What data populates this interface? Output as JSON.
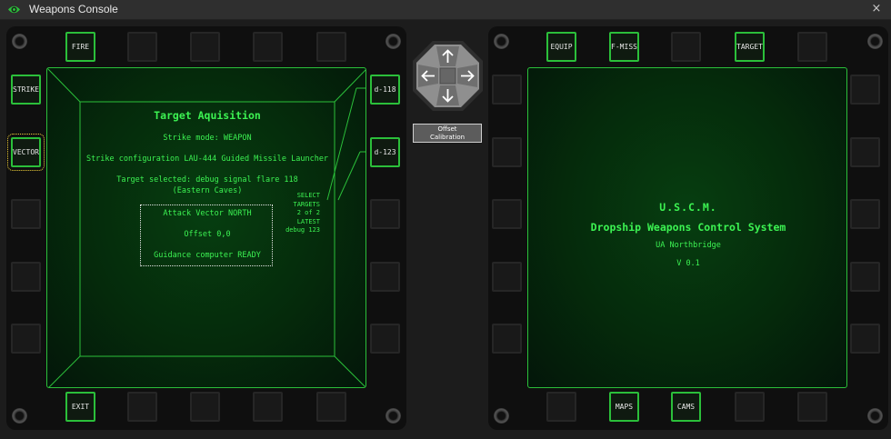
{
  "window": {
    "title": "Weapons Console",
    "close_glyph": "×",
    "app_icon": "eye-icon",
    "accent_color": "#35e04a"
  },
  "left_mfd": {
    "top_buttons": [
      "FIRE",
      "",
      "",
      "",
      ""
    ],
    "left_buttons": [
      "STRIKE",
      "VECTOR",
      "",
      "",
      ""
    ],
    "right_buttons": [
      "d-118",
      "d-123",
      "",
      "",
      ""
    ],
    "bottom_buttons": [
      "EXIT",
      "",
      "",
      "",
      ""
    ],
    "selected_button": "VECTOR",
    "screen": {
      "heading": "Target Aquisition",
      "strike_mode": "Strike mode: WEAPON",
      "strike_config": "Strike configuration LAU-444 Guided Missile Launcher",
      "target_selected": "Target selected: debug signal flare 118",
      "target_location": "(Eastern Caves)",
      "select_targets": [
        "SELECT",
        "TARGETS",
        "2 of 2",
        "LATEST",
        "debug 123"
      ],
      "attack_vector": "Attack Vector NORTH",
      "offset": "Offset 0,0",
      "guidance": "Guidance computer READY"
    }
  },
  "center": {
    "dpad_directions": [
      "up",
      "left",
      "right",
      "down"
    ],
    "offset_calibration": [
      "Offset",
      "Calibration"
    ]
  },
  "right_mfd": {
    "top_buttons": [
      "EQUIP",
      "F-MISS",
      "",
      "TARGET",
      ""
    ],
    "left_buttons": [
      "",
      "",
      "",
      "",
      ""
    ],
    "right_buttons": [
      "",
      "",
      "",
      "",
      ""
    ],
    "bottom_buttons": [
      "",
      "MAPS",
      "CAMS",
      "",
      ""
    ],
    "screen": {
      "title": "U.S.C.M.",
      "subtitle": "Dropship Weapons Control System",
      "ship": "UA Northbridge",
      "version": "V 0.1"
    }
  }
}
